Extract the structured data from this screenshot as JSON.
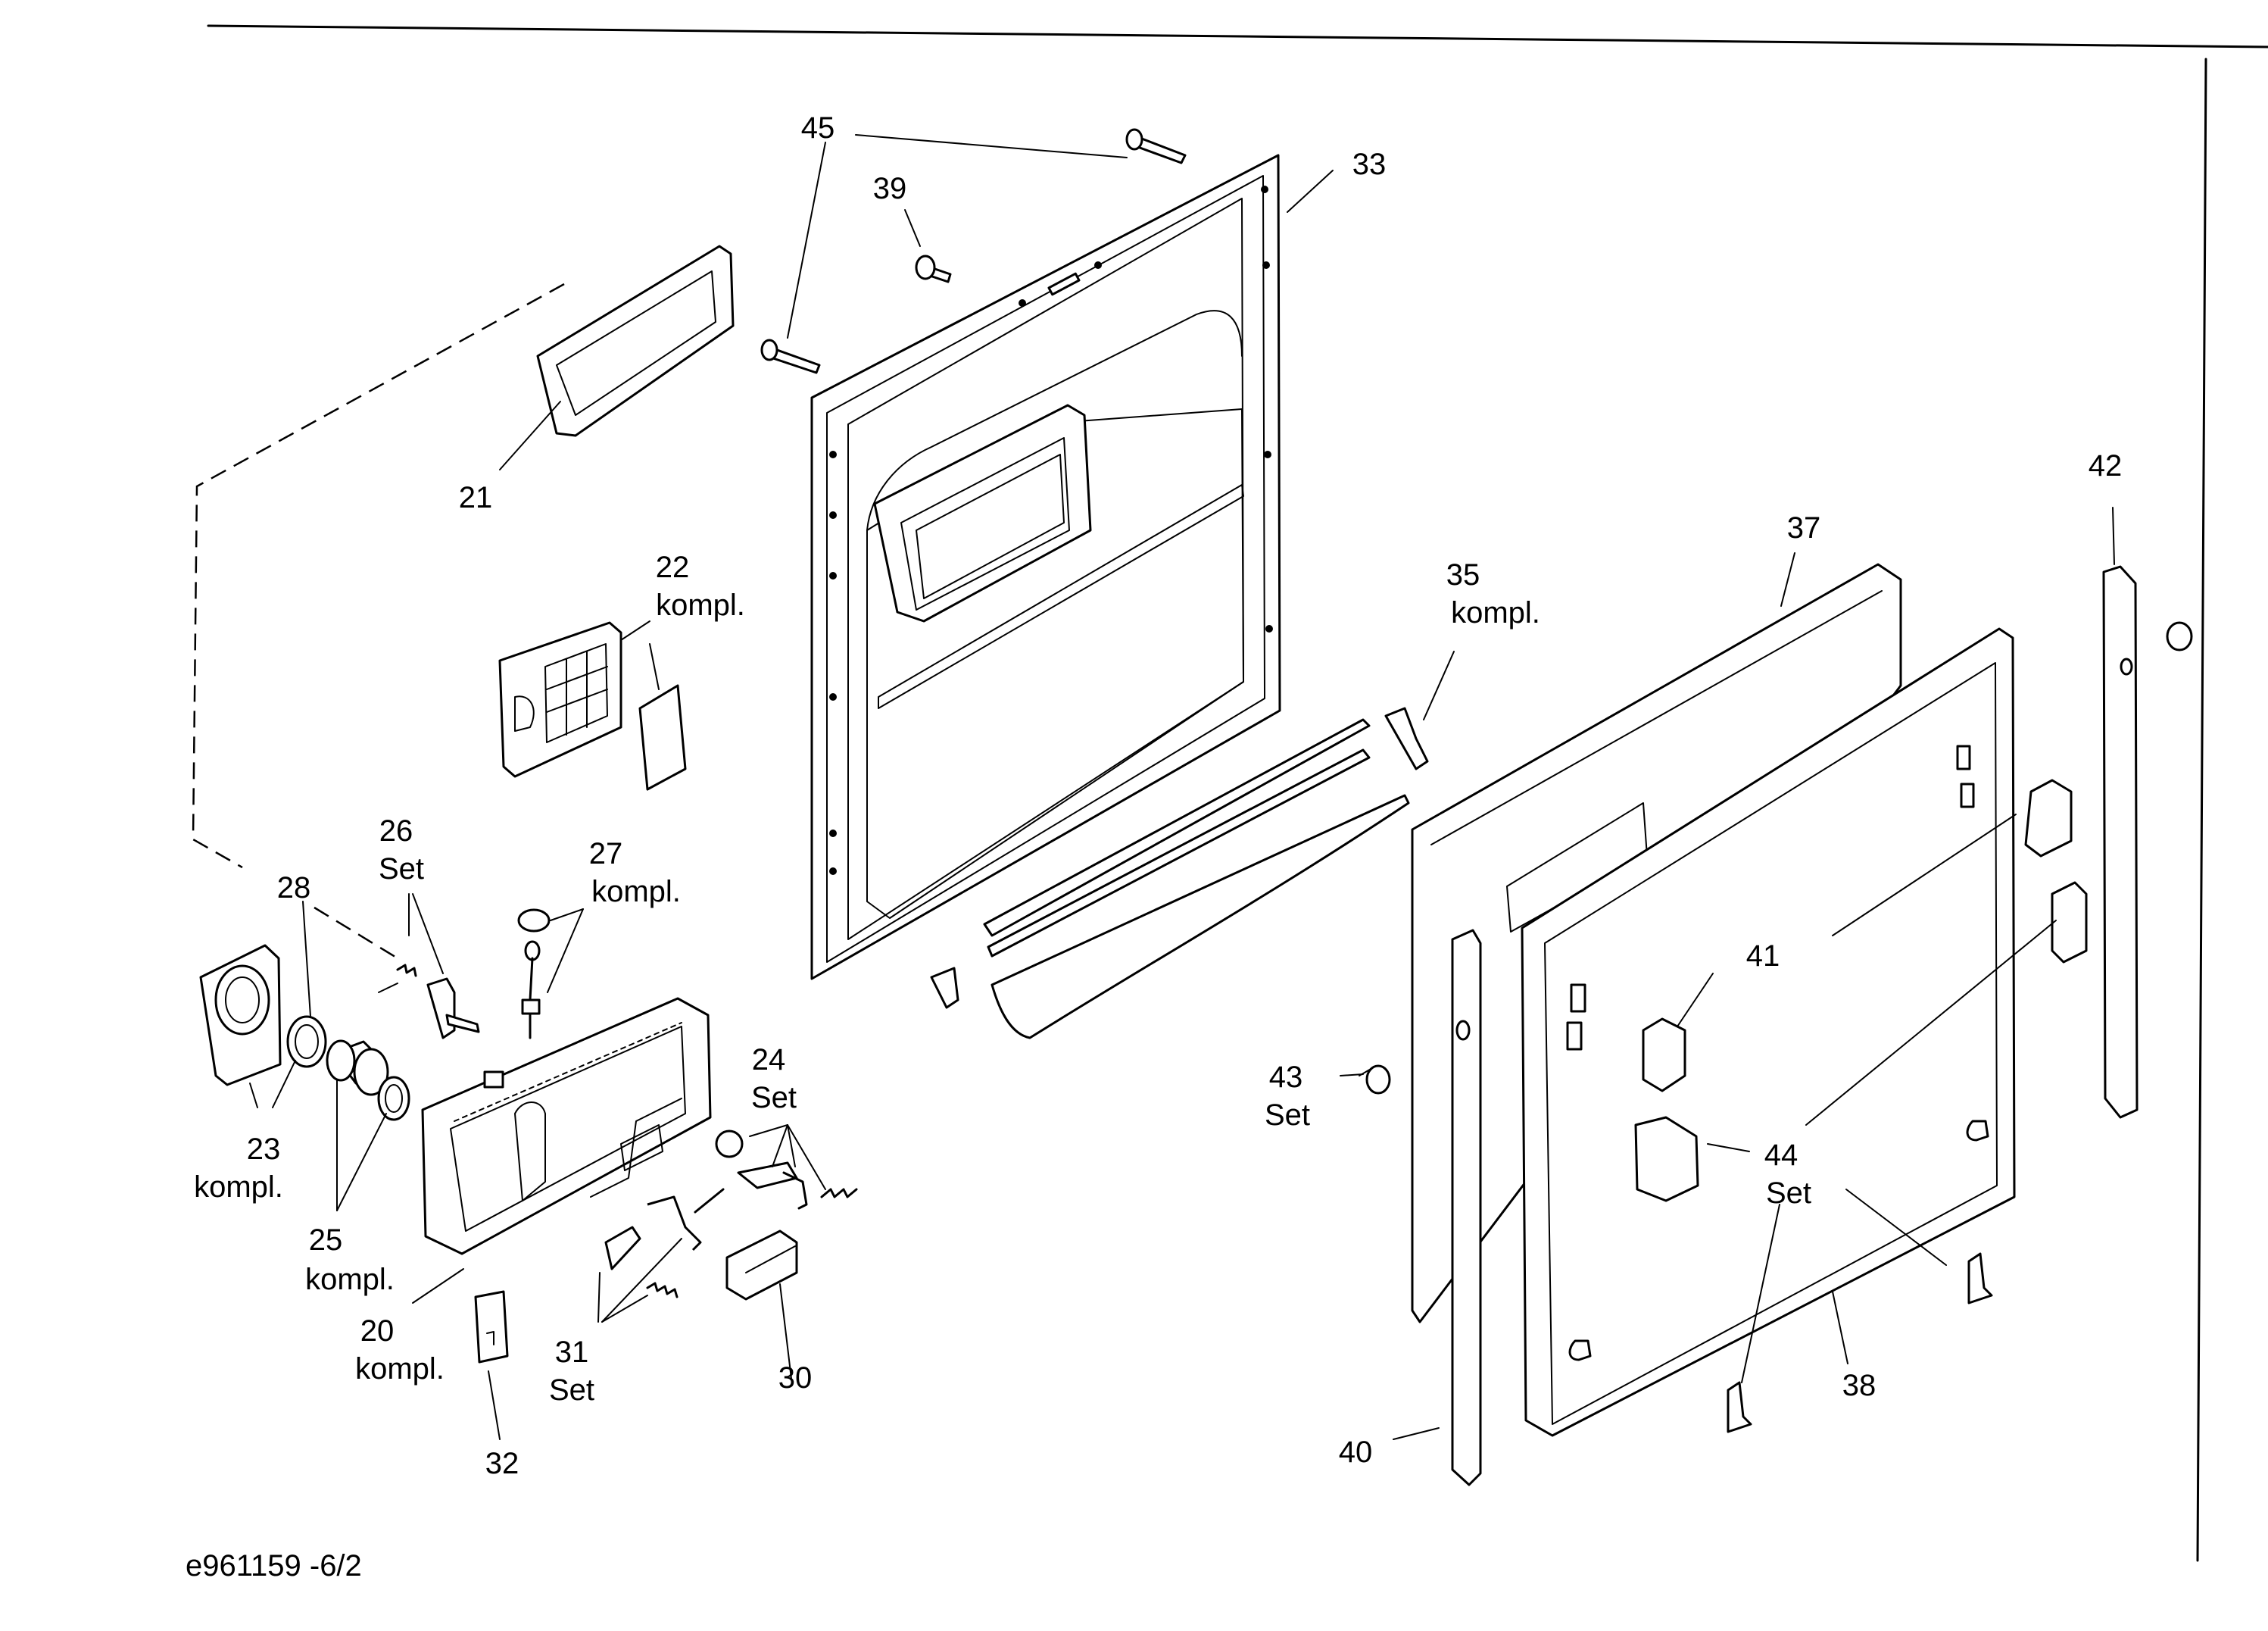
{
  "drawing_ref": "e961159 -6/2",
  "callouts": [
    {
      "id": "45",
      "lines": [
        "45"
      ]
    },
    {
      "id": "39",
      "lines": [
        "39"
      ]
    },
    {
      "id": "33",
      "lines": [
        "33"
      ]
    },
    {
      "id": "21",
      "lines": [
        "21"
      ]
    },
    {
      "id": "22",
      "lines": [
        "22",
        "kompl."
      ]
    },
    {
      "id": "26",
      "lines": [
        "26",
        "Set"
      ]
    },
    {
      "id": "27",
      "lines": [
        "27",
        "kompl."
      ]
    },
    {
      "id": "28",
      "lines": [
        "28"
      ]
    },
    {
      "id": "23",
      "lines": [
        "23",
        "kompl."
      ]
    },
    {
      "id": "25",
      "lines": [
        "25",
        "kompl."
      ]
    },
    {
      "id": "20",
      "lines": [
        "20",
        "kompl."
      ]
    },
    {
      "id": "24",
      "lines": [
        "24",
        "Set"
      ]
    },
    {
      "id": "31",
      "lines": [
        "31",
        "Set"
      ]
    },
    {
      "id": "30",
      "lines": [
        "30"
      ]
    },
    {
      "id": "32",
      "lines": [
        "32"
      ]
    },
    {
      "id": "35",
      "lines": [
        "35",
        "kompl."
      ]
    },
    {
      "id": "37",
      "lines": [
        "37"
      ]
    },
    {
      "id": "42",
      "lines": [
        "42"
      ]
    },
    {
      "id": "41",
      "lines": [
        "41"
      ]
    },
    {
      "id": "43",
      "lines": [
        "43",
        "Set"
      ]
    },
    {
      "id": "44",
      "lines": [
        "44",
        "Set"
      ]
    },
    {
      "id": "40",
      "lines": [
        "40"
      ]
    },
    {
      "id": "38",
      "lines": [
        "38"
      ]
    }
  ]
}
